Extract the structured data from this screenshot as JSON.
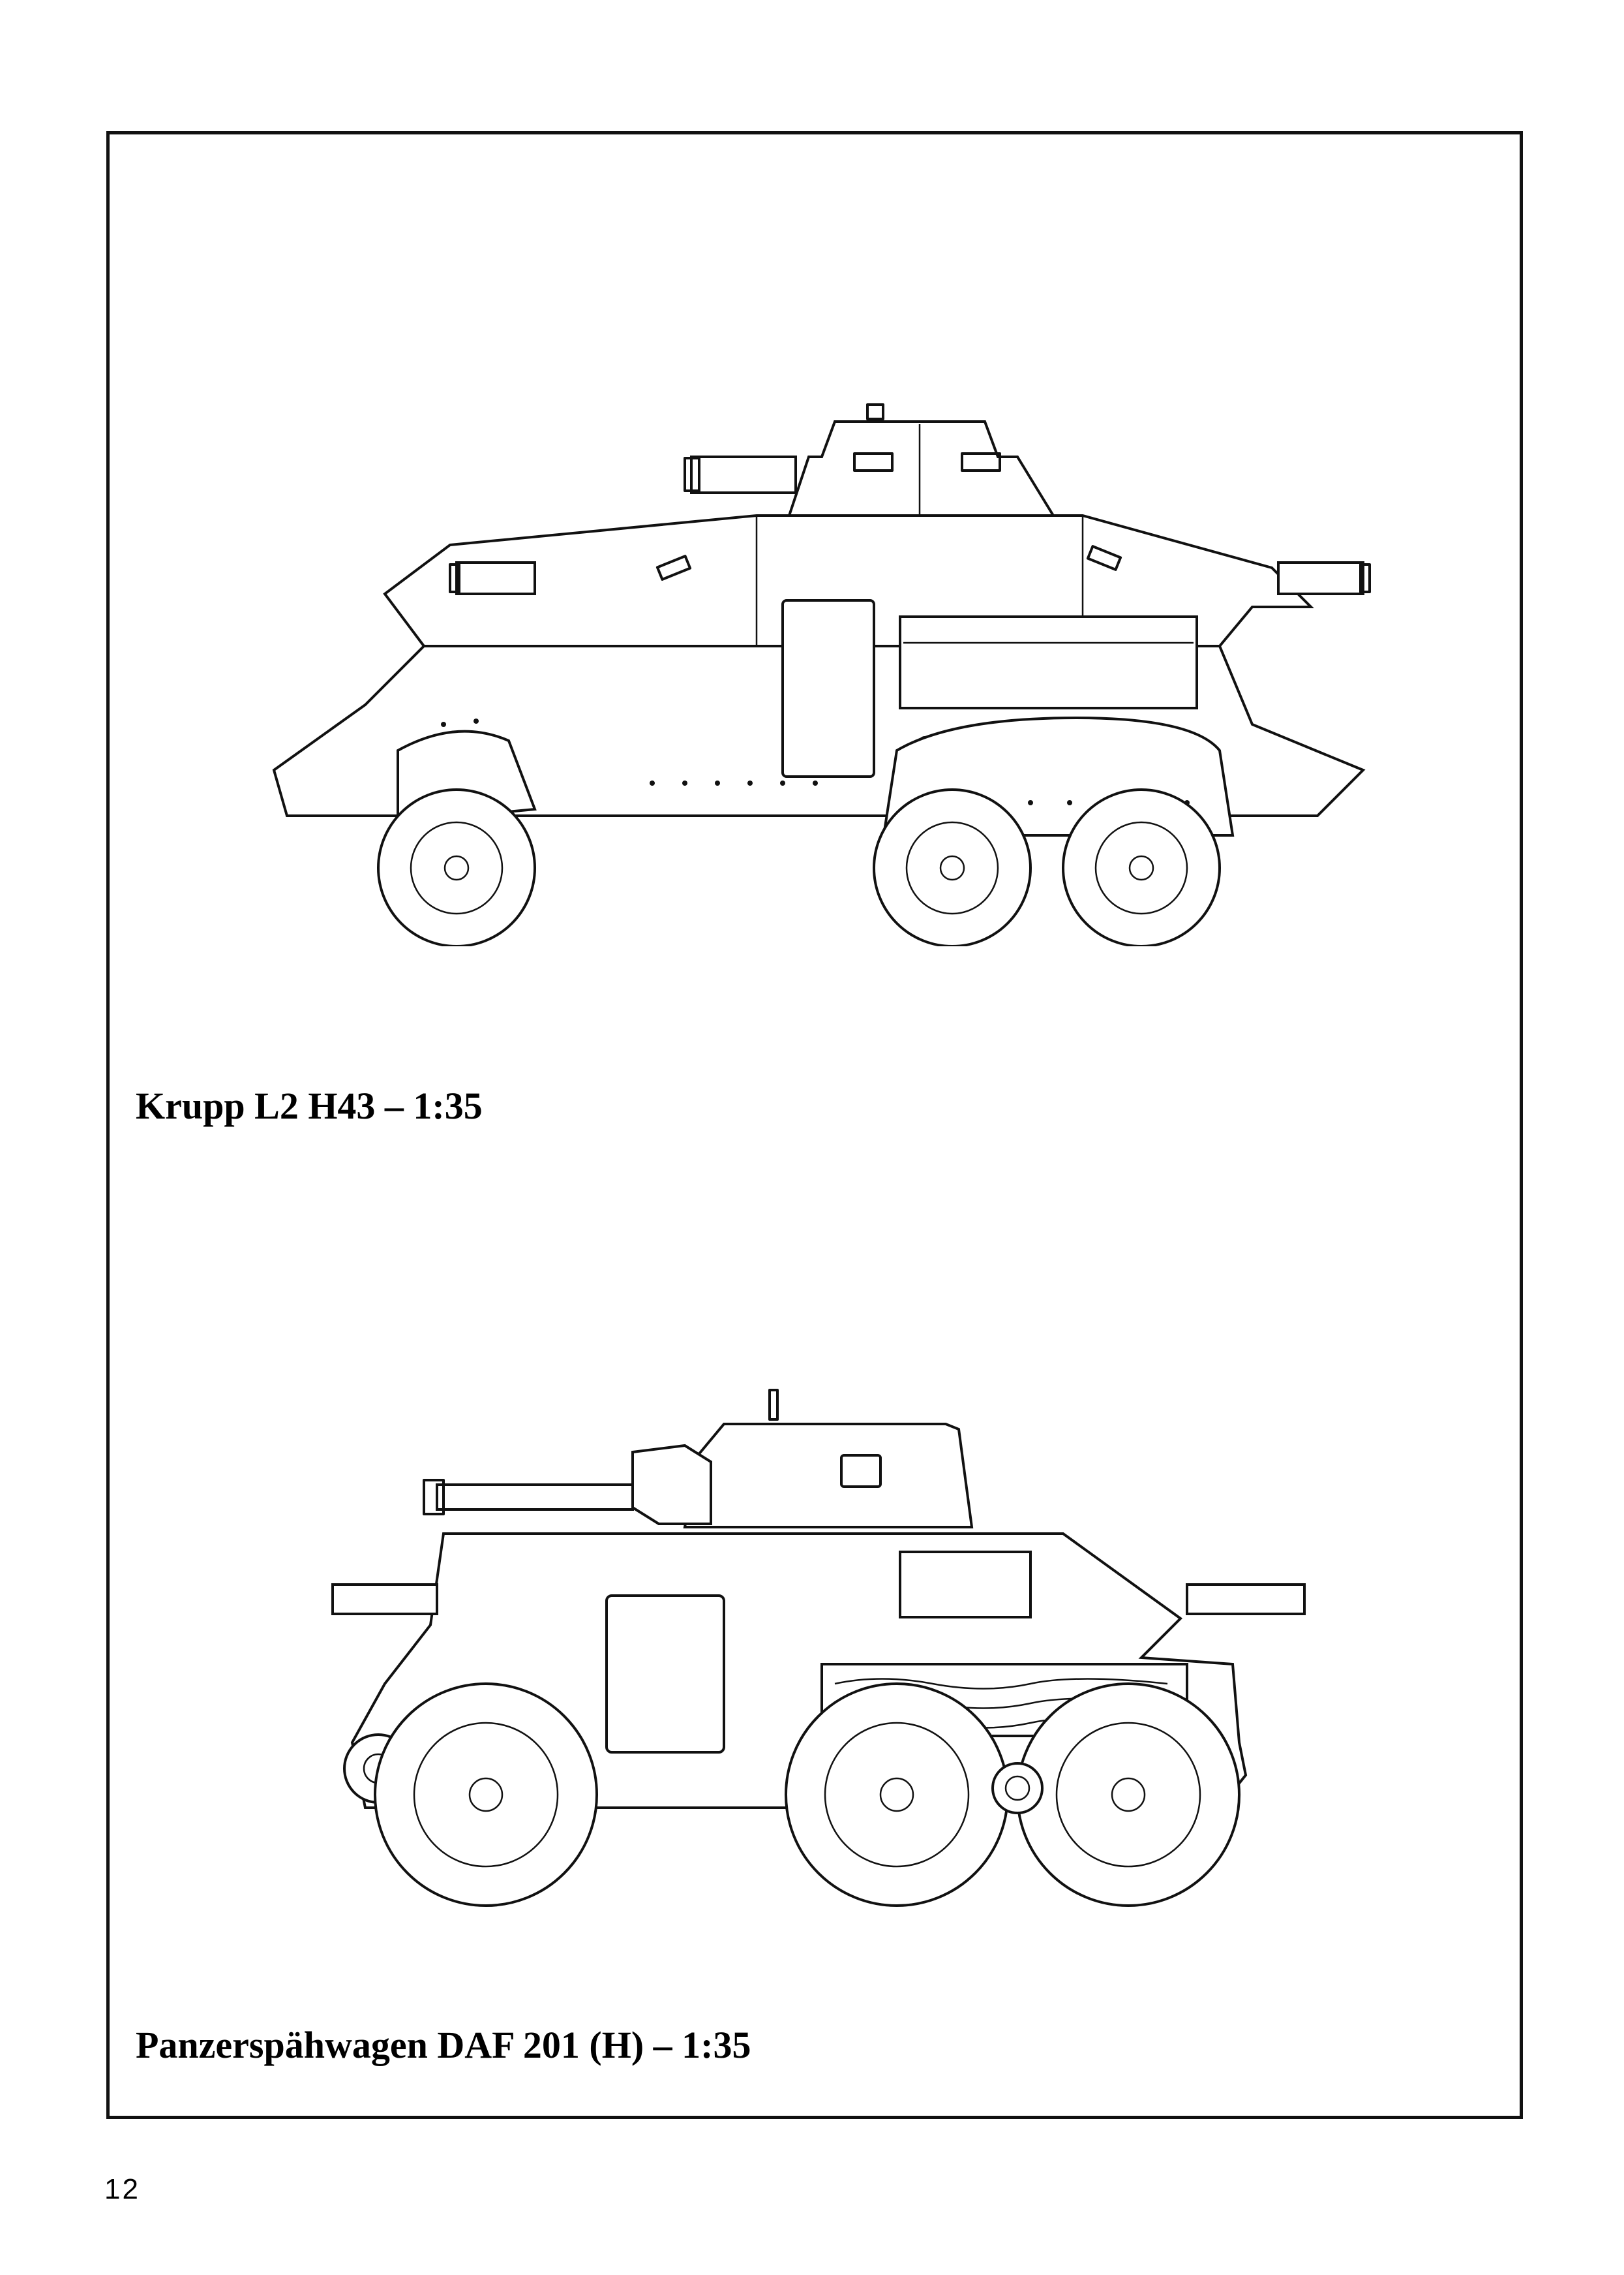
{
  "page": {
    "number": "12"
  },
  "figures": [
    {
      "id": "krupp",
      "caption": "Krupp L2 H43 – 1:35",
      "icon": "armored-car-6x6-side-view-drawing"
    },
    {
      "id": "daf",
      "caption": "Panzerspähwagen DAF 201 (H) – 1:35",
      "icon": "armored-car-daf-side-view-drawing"
    }
  ]
}
